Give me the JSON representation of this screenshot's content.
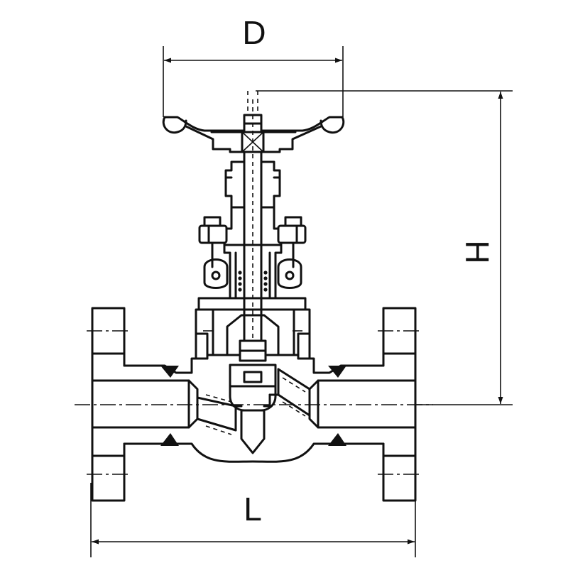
{
  "diagram": {
    "labels": {
      "top_dimension": "D",
      "height_dimension": "H",
      "length_dimension": "L"
    },
    "colors": {
      "line": "#111111",
      "background": "#ffffff"
    }
  }
}
